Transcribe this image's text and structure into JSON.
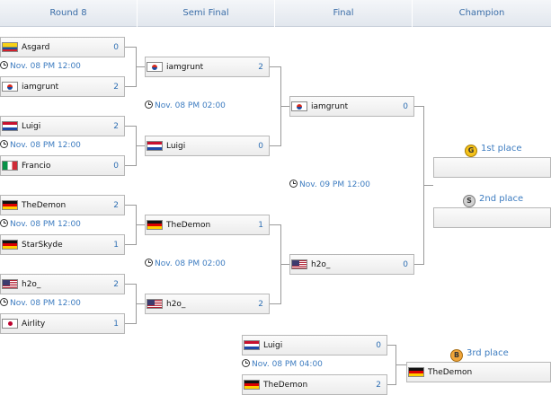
{
  "headers": [
    "Round 8",
    "Semi Final",
    "Final",
    "Champion"
  ],
  "round8": [
    {
      "p1": {
        "name": "Asgard",
        "score": "0",
        "flag": "colombia-flag"
      },
      "time": "Nov. 08  PM 12:00",
      "p2": {
        "name": "iamgrunt",
        "score": "2",
        "flag": "korea-flag"
      }
    },
    {
      "p1": {
        "name": "Luigi",
        "score": "2",
        "flag": "netherlands-flag"
      },
      "time": "Nov. 08  PM 12:00",
      "p2": {
        "name": "Francio",
        "score": "0",
        "flag": "italy-flag"
      }
    },
    {
      "p1": {
        "name": "TheDemon",
        "score": "2",
        "flag": "germany-flag"
      },
      "time": "Nov. 08  PM 12:00",
      "p2": {
        "name": "StarSkyde",
        "score": "1",
        "flag": "germany-flag"
      }
    },
    {
      "p1": {
        "name": "h2o_",
        "score": "2",
        "flag": "usa-flag"
      },
      "time": "Nov. 08  PM 12:00",
      "p2": {
        "name": "Airlity",
        "score": "1",
        "flag": "japan-flag"
      }
    }
  ],
  "semi": [
    {
      "p1": {
        "name": "iamgrunt",
        "score": "2",
        "flag": "korea-flag"
      },
      "time": "Nov. 08  PM 02:00",
      "p2": {
        "name": "Luigi",
        "score": "0",
        "flag": "netherlands-flag"
      }
    },
    {
      "p1": {
        "name": "TheDemon",
        "score": "1",
        "flag": "germany-flag"
      },
      "time": "Nov. 08  PM 02:00",
      "p2": {
        "name": "h2o_",
        "score": "2",
        "flag": "usa-flag"
      }
    }
  ],
  "final": {
    "p1": {
      "name": "iamgrunt",
      "score": "0",
      "flag": "korea-flag"
    },
    "time": "Nov. 09  PM 12:00",
    "p2": {
      "name": "h2o_",
      "score": "0",
      "flag": "usa-flag"
    }
  },
  "third_match": {
    "p1": {
      "name": "Luigi",
      "score": "0",
      "flag": "netherlands-flag"
    },
    "time": "Nov. 08  PM 04:00",
    "p2": {
      "name": "TheDemon",
      "score": "2",
      "flag": "germany-flag"
    }
  },
  "champion": {
    "first": {
      "medal": "G",
      "label": "1st place",
      "name": ""
    },
    "second": {
      "medal": "S",
      "label": "2nd place",
      "name": ""
    },
    "third": {
      "medal": "B",
      "label": "3rd place",
      "name": "TheDemon",
      "flag": "germany-flag"
    }
  },
  "colors": {
    "link": "#3d7cc0",
    "header_text": "#3b6ea8",
    "connector": "#9a9a9a"
  }
}
